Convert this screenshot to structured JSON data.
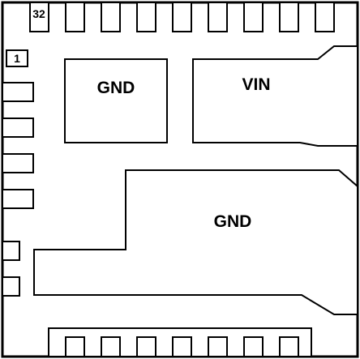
{
  "labels": {
    "pin_32": "32",
    "pin_1": "1",
    "gnd_pad_top": "GND",
    "vin_pad": "VIN",
    "gnd_pad_bottom": "GND"
  },
  "colors": {
    "stroke": "#000000",
    "fill": "#ffffff"
  }
}
